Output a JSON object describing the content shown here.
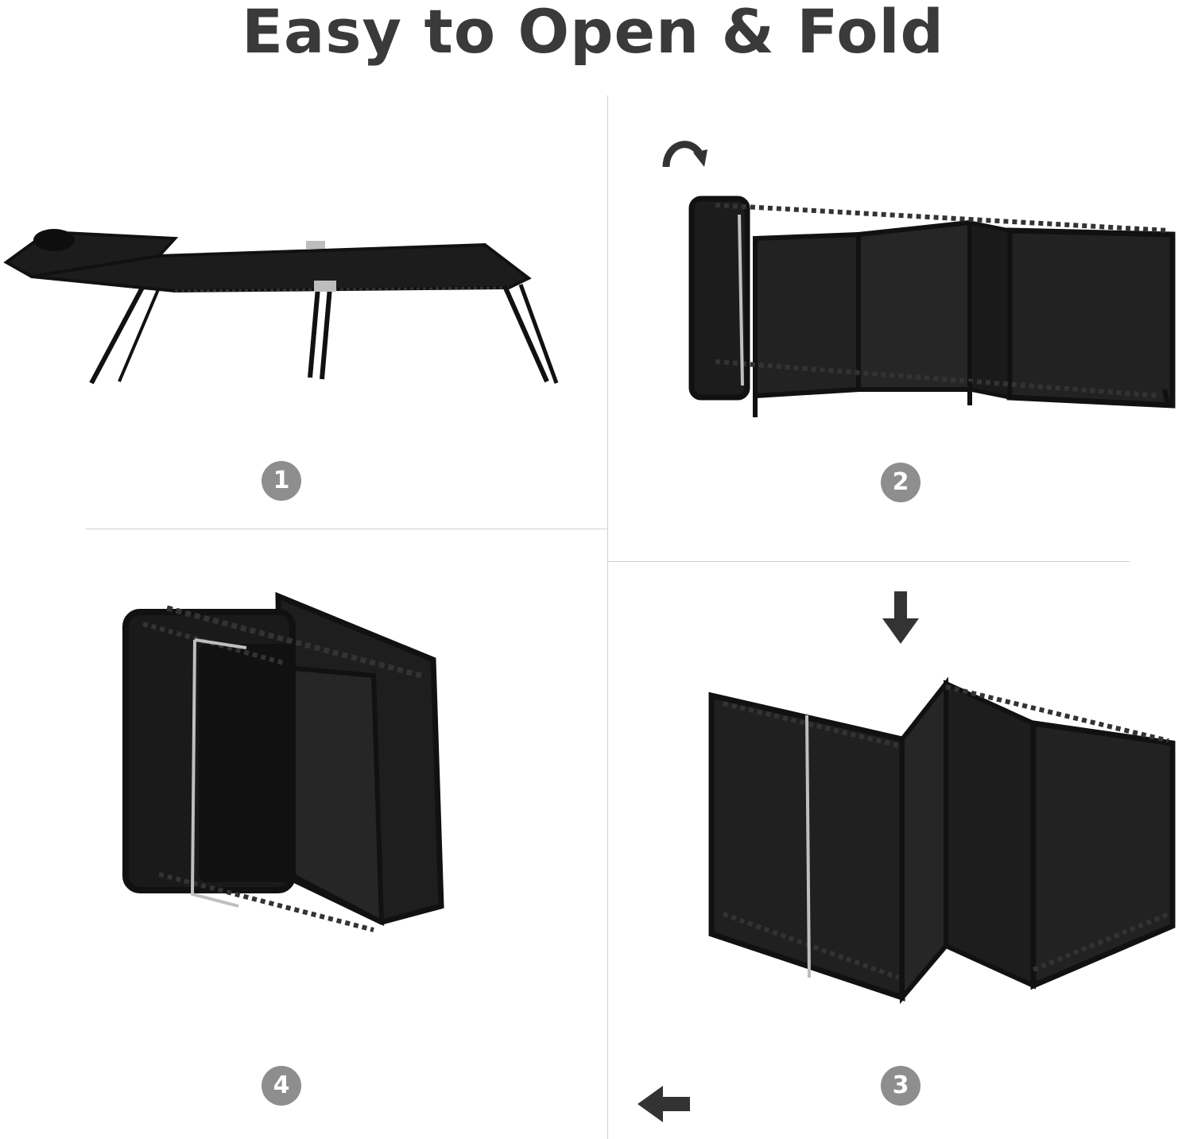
{
  "title": "Easy to Open & Fold",
  "steps": [
    {
      "number": "1",
      "description": "lounger-unfolded"
    },
    {
      "number": "2",
      "description": "lounger-folding-start"
    },
    {
      "number": "3",
      "description": "lounger-folding-zigzag"
    },
    {
      "number": "4",
      "description": "lounger-folded"
    }
  ],
  "colors": {
    "title": "#3a3a3a",
    "badge": "#8e8e8e",
    "frame": "#111111",
    "fabric": "#1c1c1c",
    "divider": "#cfcfcf",
    "arrow": "#333333"
  },
  "icons": [
    "curved-arrow-icon",
    "down-arrow-icon",
    "left-arrow-icon"
  ]
}
